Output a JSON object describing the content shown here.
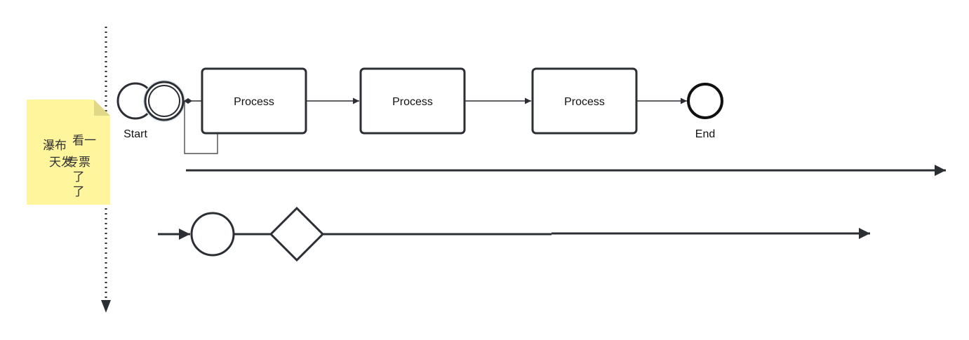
{
  "diagram": {
    "nodes": {
      "start_event": {
        "label": "Start"
      },
      "task_1": {
        "label": "Process"
      },
      "task_2": {
        "label": "Process"
      },
      "task_3": {
        "label": "Process"
      },
      "end_event": {
        "label": "End"
      }
    },
    "note": {
      "text_col1": [
        "瀑布",
        "天发"
      ],
      "text_col2": [
        "看一",
        "专票",
        "了",
        "了"
      ]
    }
  },
  "colors": {
    "stroke": "#2b2f33",
    "note_fill": "#fff59d",
    "note_fold": "#e0d787",
    "task_fill": "#ffffff"
  }
}
